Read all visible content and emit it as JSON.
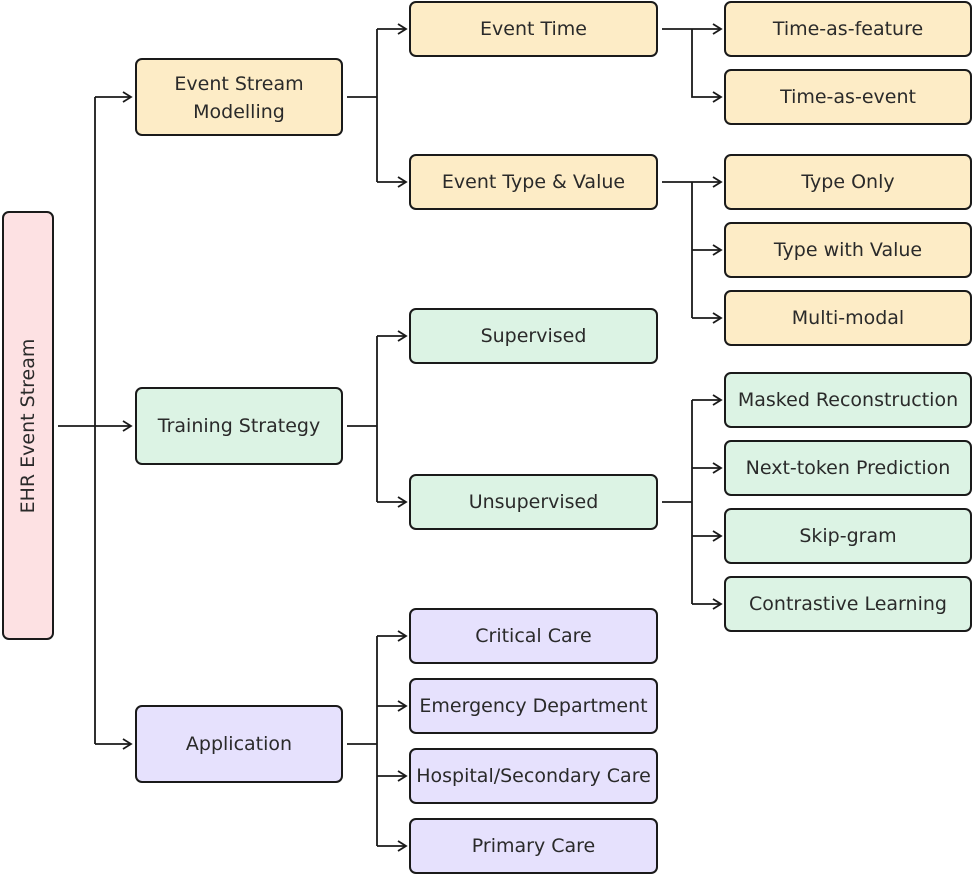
{
  "colors": {
    "root": "#fde1e3",
    "modelling": "#fdecc6",
    "training": "#dcf3e4",
    "application": "#e6e1fd",
    "border": "#1a1a1a",
    "text": "#2a2a2a"
  },
  "root": {
    "label": "EHR Event Stream"
  },
  "branches": {
    "modelling": {
      "label_line1": "Event Stream",
      "label_line2": "Modelling",
      "children": {
        "event_time": {
          "label": "Event Time",
          "children": [
            "Time-as-feature",
            "Time-as-event"
          ]
        },
        "event_type_value": {
          "label": "Event Type & Value",
          "children": [
            "Type Only",
            "Type with Value",
            "Multi-modal"
          ]
        }
      }
    },
    "training": {
      "label": "Training Strategy",
      "children": {
        "supervised": {
          "label": "Supervised"
        },
        "unsupervised": {
          "label": "Unsupervised",
          "children": [
            "Masked Reconstruction",
            "Next-token Prediction",
            "Skip-gram",
            "Contrastive Learning"
          ]
        }
      }
    },
    "application": {
      "label": "Application",
      "children": [
        "Critical Care",
        "Emergency Department",
        "Hospital/Secondary Care",
        "Primary Care"
      ]
    }
  }
}
